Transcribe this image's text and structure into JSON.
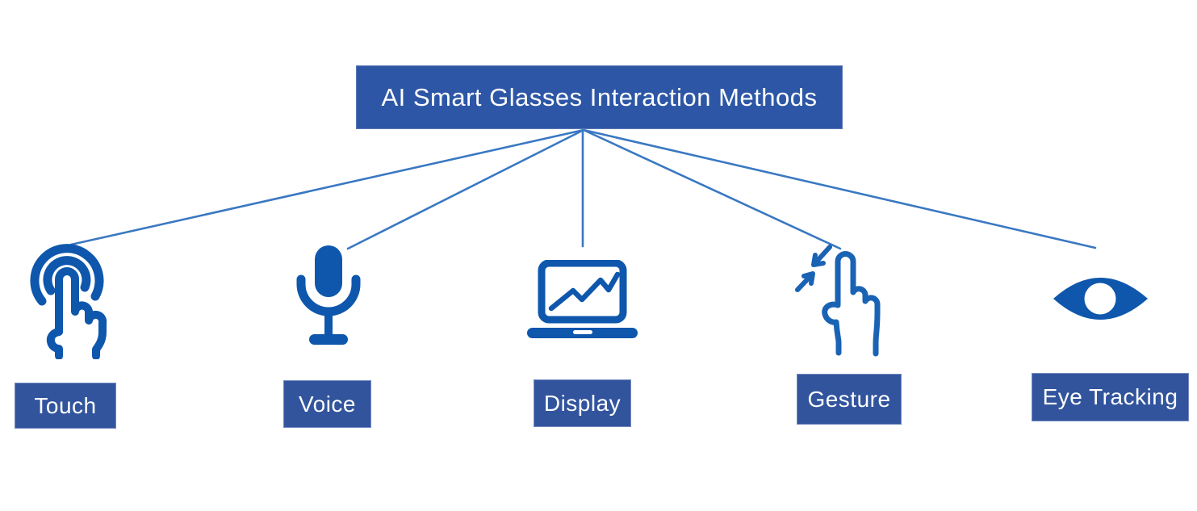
{
  "title": {
    "label": "AI Smart Glasses Interaction Methods"
  },
  "nodes": [
    {
      "label": "Touch",
      "icon": "touch-tap-icon"
    },
    {
      "label": "Voice",
      "icon": "microphone-icon"
    },
    {
      "label": "Display",
      "icon": "laptop-chart-icon"
    },
    {
      "label": "Gesture",
      "icon": "pinch-gesture-icon"
    },
    {
      "label": "Eye Tracking",
      "icon": "eye-icon"
    }
  ],
  "colors": {
    "title_box": "#2d57a6",
    "label_box": "#32549d",
    "icon": "#0e57ac",
    "icon_light": "#1a63b4",
    "connector": "#3a78c2",
    "text": "#ffffff",
    "background": "#ffffff"
  }
}
